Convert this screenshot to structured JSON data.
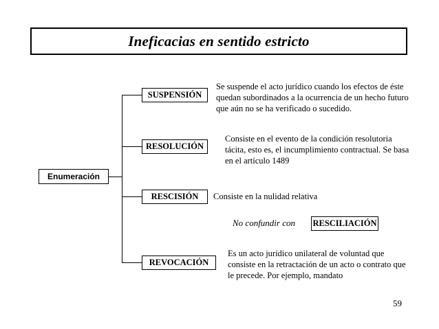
{
  "slide": {
    "title": "Ineficacias en sentido estricto",
    "page_number": "59",
    "root": {
      "label": "Enumeración"
    },
    "branches": [
      {
        "key": "suspension",
        "label": "SUSPENSIÓN",
        "description": "Se suspende el acto jurídico cuando los efectos de éste quedan subordinados a la ocurrencia de un hecho futuro que aún no se ha verificado o sucedido."
      },
      {
        "key": "resolucion",
        "label": "RESOLUCIÓN",
        "description": "Consiste en el evento de la condición resolutoria tácita, esto es, el incumplimiento contractual. Se basa en el artículo 1489"
      },
      {
        "key": "rescision",
        "label": "RESCISIÓN",
        "description": "Consiste en la nulidad relativa"
      },
      {
        "key": "revocacion",
        "label": "REVOCACIÓN",
        "description": "Es un acto jurídico unilateral de voluntad que consiste en la retractación de un acto o contrato que le precede. Por ejemplo, mandato"
      }
    ],
    "note": {
      "text": "No confundir con",
      "label": "RESCILIACIÓN"
    }
  }
}
